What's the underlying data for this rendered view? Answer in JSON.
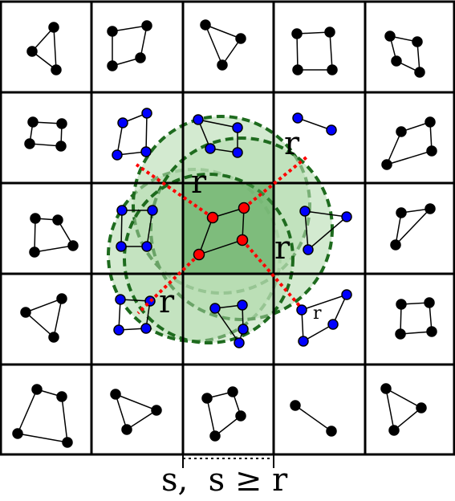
{
  "labels": {
    "r_large": "r",
    "r_small": "r",
    "caption": "s,  s ≥ r"
  },
  "colors": {
    "grid": "#000000",
    "outer_point": "#000000",
    "neighbor_point": "#0000ff",
    "center_point": "#ff0000",
    "radius_line": "#ff0000",
    "circle_fill": "#b5dcb0",
    "circle_stroke": "#1e6b1e",
    "center_fill": "#4fa04f"
  },
  "grid": {
    "rows": 5,
    "cols": 5
  }
}
